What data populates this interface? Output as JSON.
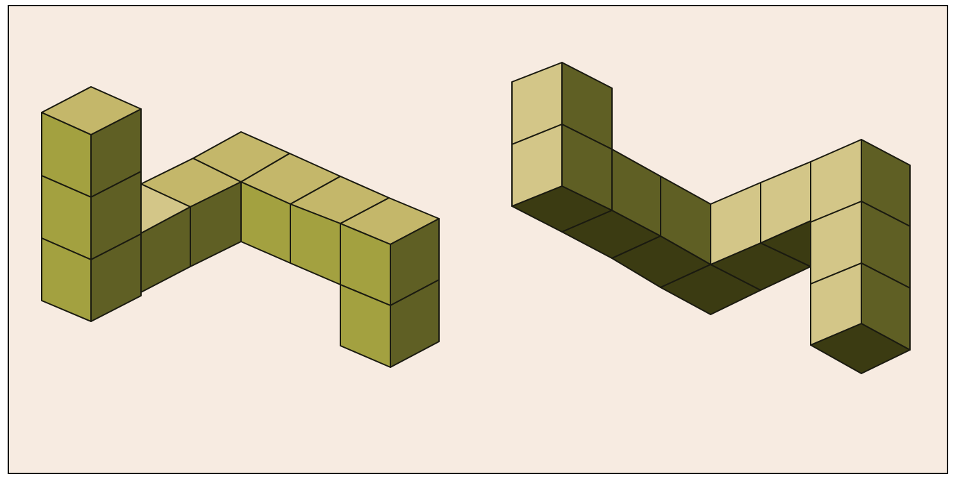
{
  "figure": {
    "colors": {
      "background": "#f7ebe1",
      "border": "#111111",
      "outline": "#1a1a10",
      "olive_top": "#c4b76a",
      "olive_front": "#a3a140",
      "olive_side": "#5f5f24",
      "light_face": "#d3c688",
      "light_top": "#cfc283",
      "dark_floor": "#3b3b12"
    },
    "structures": [
      {
        "name": "left-cube-structure",
        "view": "outside",
        "cube_count": 11
      },
      {
        "name": "right-cube-structure",
        "view": "inside",
        "cube_count": 11
      }
    ]
  }
}
